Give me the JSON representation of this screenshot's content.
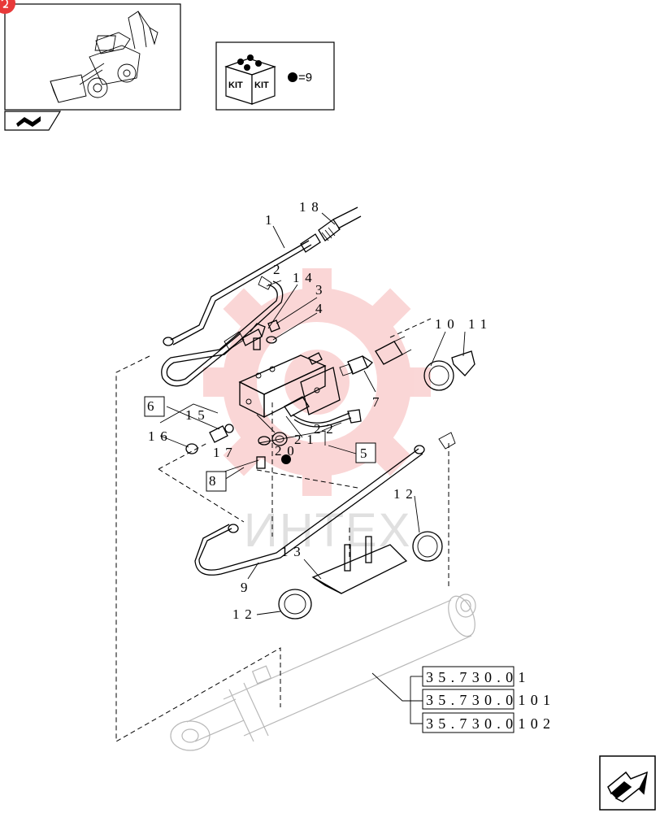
{
  "kit": {
    "badge_left": "KIT",
    "badge_right": "KIT",
    "quantity": "=9"
  },
  "watermark": {
    "text": "ИНТЕХ",
    "color": "#f28b8b"
  },
  "callouts": [
    {
      "id": "c1",
      "text": "1"
    },
    {
      "id": "c18",
      "text": "18"
    },
    {
      "id": "c2",
      "text": "2"
    },
    {
      "id": "c14",
      "text": "14"
    },
    {
      "id": "c3",
      "text": "3"
    },
    {
      "id": "c4",
      "text": "4"
    },
    {
      "id": "c10",
      "text": "10"
    },
    {
      "id": "c11",
      "text": "11"
    },
    {
      "id": "c7",
      "text": "7"
    },
    {
      "id": "c15",
      "text": "15"
    },
    {
      "id": "c16",
      "text": "16"
    },
    {
      "id": "c17",
      "text": "17"
    },
    {
      "id": "c21",
      "text": "21"
    },
    {
      "id": "c22",
      "text": "22"
    },
    {
      "id": "c20",
      "text": "20"
    },
    {
      "id": "c12a",
      "text": "12"
    },
    {
      "id": "c13",
      "text": "13"
    },
    {
      "id": "c9",
      "text": "9"
    },
    {
      "id": "c12b",
      "text": "12"
    }
  ],
  "boxed_callouts": {
    "b6": "6",
    "b8": "8",
    "b5": "5"
  },
  "references": [
    {
      "code": "35.730.01"
    },
    {
      "code": "35.730.0101"
    },
    {
      "code": "35.730.0102"
    }
  ],
  "icons": {
    "badge": "red-corner-badge",
    "thumbnail": "backhoe-loader-thumbnail",
    "kit": "kit-box-icon",
    "nav_small": "arrow-tab-icon",
    "nav_large": "next-page-arrow-icon",
    "accent": "#e83a3a"
  }
}
